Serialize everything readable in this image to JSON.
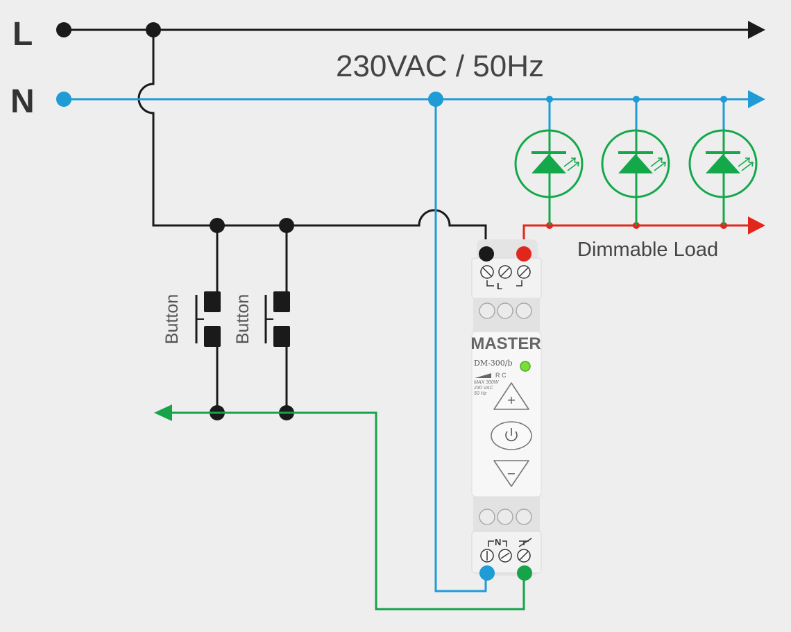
{
  "labels": {
    "line": "L",
    "neutral": "N",
    "supply": "230VAC / 50Hz",
    "load": "Dimmable Load",
    "button_1": "Button",
    "button_2": "Button"
  },
  "device": {
    "brand": "MASTER",
    "model": "DM-300/b",
    "indicator": "R C",
    "spec_lines": [
      "MAX 300W",
      "230 VAC",
      "50 Hz"
    ],
    "top_terminal_mark": "L",
    "bottom_terminal_mark": "N",
    "plus_symbol": "+",
    "minus_symbol": "−",
    "power_symbol": "⏻"
  },
  "colors": {
    "line": "#1a1a1a",
    "neutral": "#1f9bd6",
    "load": "#e1261c",
    "control": "#16a34a",
    "led": "#14a84a",
    "device_body": "#f7f7f7",
    "background": "#eeeeee"
  }
}
